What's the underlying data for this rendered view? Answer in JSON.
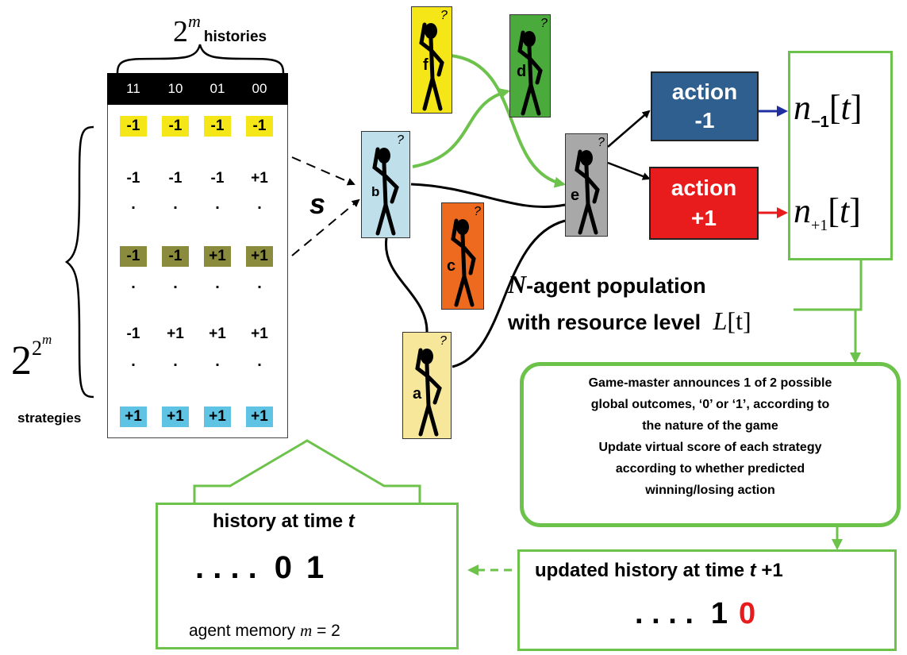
{
  "colors": {
    "green": "#6cc24a",
    "yellow_cell": "#f5e617",
    "olive_cell": "#8b8b3e",
    "cyan_cell": "#5fc3e4",
    "action_minus_bg": "#2f5f8f",
    "action_plus_bg": "#e81c1c",
    "arrow_blue": "#1f2fa0",
    "arrow_red": "#e81c1c",
    "red_digit": "#e81c1c"
  },
  "strategy_table": {
    "histories_base": "2",
    "histories_exp": "m",
    "histories_word": "histories",
    "headers": [
      "11",
      "10",
      "01",
      "00"
    ],
    "rows": [
      [
        "-1",
        "-1",
        "-1",
        "-1"
      ],
      [
        "-1",
        "-1",
        "-1",
        "+1"
      ],
      [
        "-1",
        "-1",
        "+1",
        "+1"
      ],
      [
        "-1",
        "+1",
        "+1",
        "+1"
      ],
      [
        "+1",
        "+1",
        "+1",
        "+1"
      ]
    ],
    "dot": ".",
    "strategies_base": "2",
    "strategies_exp1": "2",
    "strategies_exp2": "m",
    "strategies_word": "strategies",
    "s_label": "s"
  },
  "agents": {
    "a": "a",
    "b": "b",
    "c": "c",
    "d": "d",
    "e": "e",
    "f": "f",
    "question_mark": "?"
  },
  "actions": {
    "minus_word": "action",
    "minus_value": "-1",
    "plus_word": "action",
    "plus_value": "+1"
  },
  "counts": {
    "n_letter": "n",
    "minus_sub": "−1",
    "plus_sub": "+1",
    "open_bracket": "[",
    "t": "t",
    "close_bracket": "]"
  },
  "population": {
    "n_italic": "N",
    "line1_rest": "-agent population",
    "line2": "with resource level",
    "l_letter": "L",
    "l_arg": "[t]"
  },
  "gamemaster": {
    "line1": "Game-master announces 1 of 2 possible",
    "line2": "global outcomes,  ‘0’ or ‘1’, according to",
    "line3": "the nature of the game",
    "line4": "Update virtual score of each strategy",
    "line5": "according to whether predicted",
    "line6": "winning/losing action"
  },
  "updated_history": {
    "title_prefix": "updated history at  time ",
    "title_t": "t",
    "title_suffix": " +1",
    "dots": ". . . .",
    "digit1": "1",
    "digit2": "0"
  },
  "current_history": {
    "title_prefix": "history at  time ",
    "title_t": "t",
    "dots": ". . . .",
    "digit1": "0",
    "digit2": "1",
    "memory_prefix": "agent  memory  ",
    "memory_m": "m",
    "memory_suffix": " = 2"
  }
}
